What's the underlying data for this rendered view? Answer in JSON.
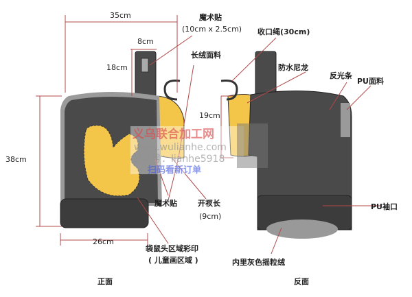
{
  "dimensions": {
    "width_top": "35cm",
    "strap_width": "8cm",
    "strap_height": "18cm",
    "height": "38cm",
    "cuff_width": "26cm",
    "opening": "19cm"
  },
  "labels": {
    "velcro_top": "魔术贴",
    "velcro_size": "(10cm x 2.5cm)",
    "plush_fabric": "长绒面料",
    "drawstring": "收口绳(30cm)",
    "waterproof_nylon": "防水尼龙",
    "reflective_strip": "反光条",
    "pu_fabric": "PU面料",
    "velcro_bottom": "魔术贴",
    "slit_length": "开衩长",
    "slit_size": "(9cm)",
    "pu_cuff": "PU袖口",
    "print_area": "袋鼠头区域彩印",
    "print_area_note": "( 儿童画区域 )",
    "inner_fleece": "内里灰色摇粒绒",
    "front": "正面",
    "back": "反面"
  },
  "watermark": {
    "line1": "义乌联合加工网",
    "line2": "www.wulianhe.com",
    "line3": "公众号：lianhe5918",
    "line4": "扫码看新订单"
  },
  "colors": {
    "body": "#4a4a4a",
    "edge": "#9a9a9a",
    "yellow": "#f3c64a",
    "dimension_line": "#b04848"
  }
}
